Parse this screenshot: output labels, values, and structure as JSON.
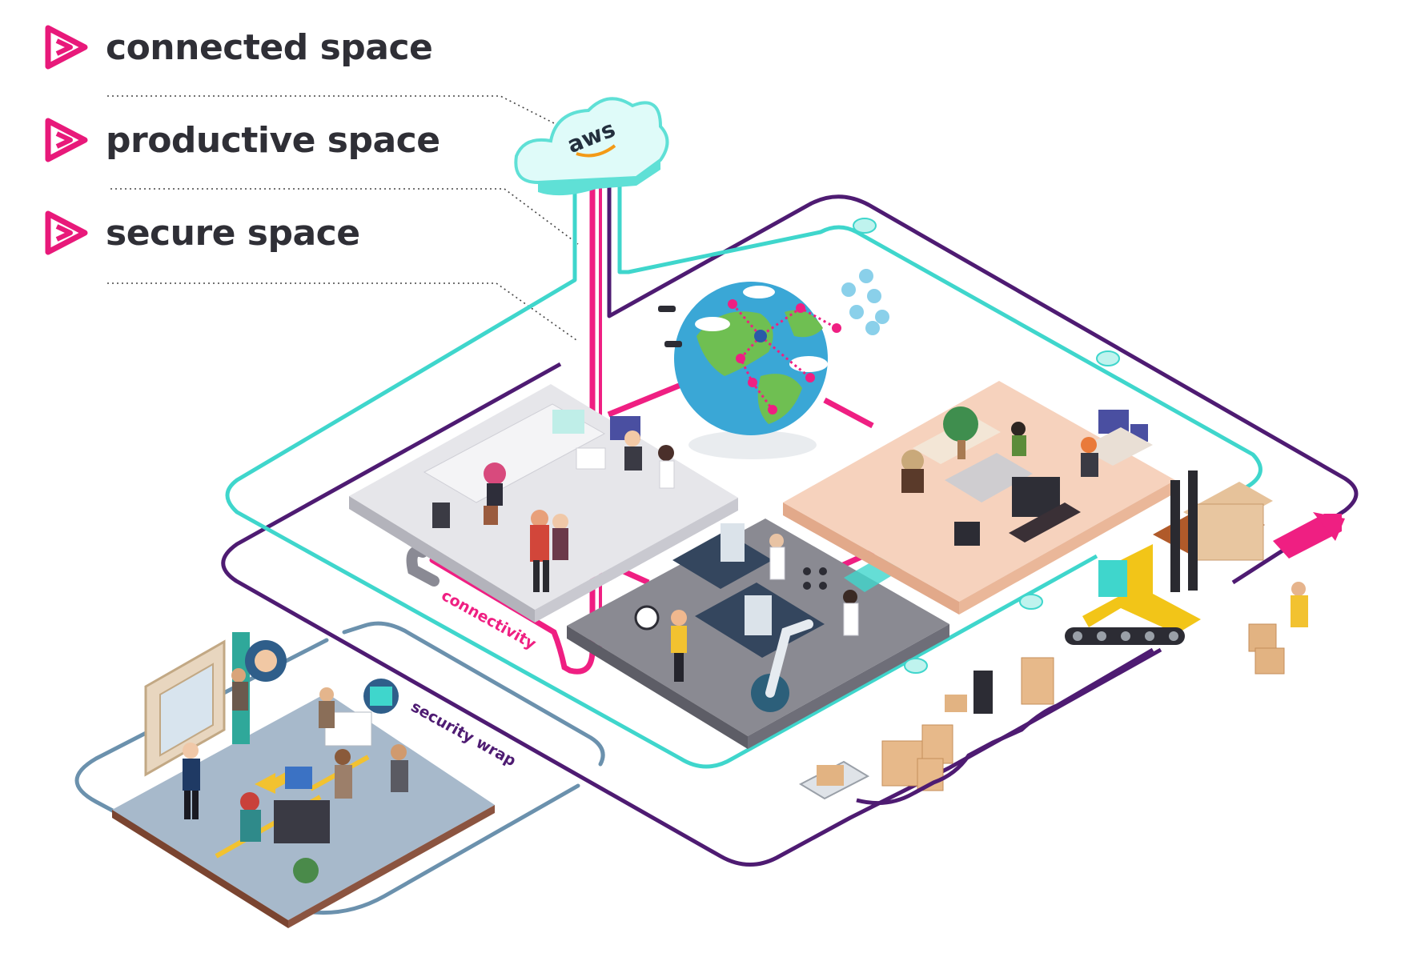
{
  "legend": {
    "items": [
      {
        "id": "connected",
        "label": "connected space"
      },
      {
        "id": "productive",
        "label": "productive space"
      },
      {
        "id": "secure",
        "label": "secure space"
      }
    ]
  },
  "cloud": {
    "label": "aws"
  },
  "paths": {
    "connectivity_label": "connectivity",
    "security_label": "security wrap"
  },
  "colors": {
    "brand_pink": "#e8197a",
    "connect_pink": "#ef1f82",
    "teal": "#3fd6cc",
    "purple": "#4e1b72",
    "slate": "#6b91ad",
    "legend_text": "#2f2f36",
    "cloud_fill": "#dffbf9",
    "cloud_stroke": "#5fe0d6"
  },
  "icons": {
    "legend": "chevron-play-icon",
    "cloud": "aws-cloud-icon",
    "globe": "globe-icon",
    "arrow": "exit-arrow-icon"
  }
}
